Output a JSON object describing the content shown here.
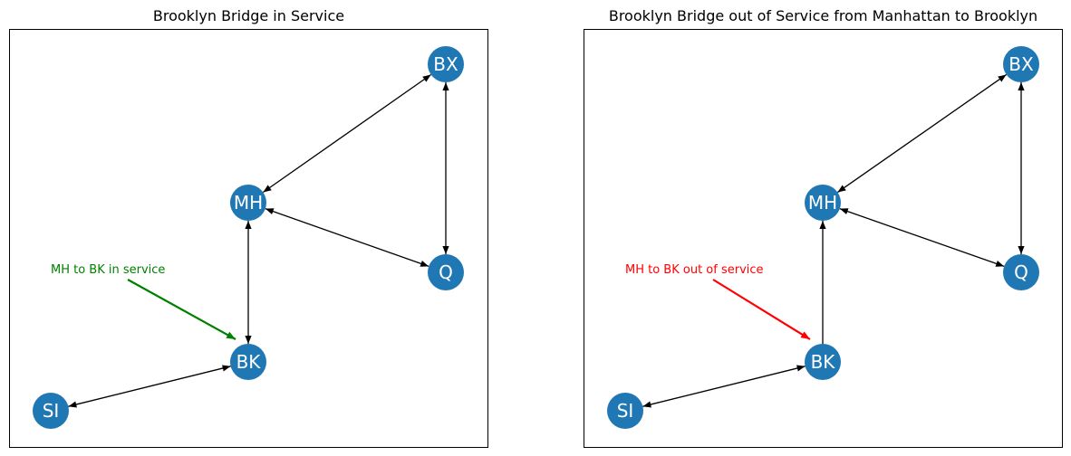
{
  "panels": [
    {
      "title": "Brooklyn Bridge in Service",
      "annotation": {
        "text": "MH to BK in service",
        "color": "#008000"
      },
      "nodes": [
        {
          "id": "BX",
          "label": "BX"
        },
        {
          "id": "MH",
          "label": "MH"
        },
        {
          "id": "Q",
          "label": "Q"
        },
        {
          "id": "BK",
          "label": "BK"
        },
        {
          "id": "SI",
          "label": "SI"
        }
      ],
      "edges": [
        {
          "from": "BX",
          "to": "MH",
          "bidirectional": true
        },
        {
          "from": "BX",
          "to": "Q",
          "bidirectional": true
        },
        {
          "from": "MH",
          "to": "Q",
          "bidirectional": true
        },
        {
          "from": "MH",
          "to": "BK",
          "bidirectional": true
        },
        {
          "from": "BK",
          "to": "SI",
          "bidirectional": true
        }
      ]
    },
    {
      "title": "Brooklyn Bridge out of Service from Manhattan to Brooklyn",
      "annotation": {
        "text": "MH to BK out of service",
        "color": "#ff0000"
      },
      "nodes": [
        {
          "id": "BX",
          "label": "BX"
        },
        {
          "id": "MH",
          "label": "MH"
        },
        {
          "id": "Q",
          "label": "Q"
        },
        {
          "id": "BK",
          "label": "BK"
        },
        {
          "id": "SI",
          "label": "SI"
        }
      ],
      "edges": [
        {
          "from": "BX",
          "to": "MH",
          "bidirectional": true
        },
        {
          "from": "BX",
          "to": "Q",
          "bidirectional": true
        },
        {
          "from": "MH",
          "to": "Q",
          "bidirectional": true
        },
        {
          "from": "BK",
          "to": "MH",
          "bidirectional": false
        },
        {
          "from": "BK",
          "to": "SI",
          "bidirectional": true
        }
      ]
    }
  ],
  "colors": {
    "node": "#1f77b4",
    "edge": "#000000"
  }
}
